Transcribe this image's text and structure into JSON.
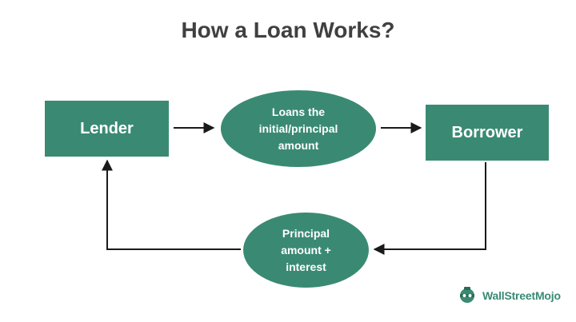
{
  "title": "How a Loan Works?",
  "nodes": {
    "lender": "Lender",
    "borrower": "Borrower",
    "loan_lines": [
      "Loans the",
      "initial/principal",
      "amount"
    ],
    "repay_lines": [
      "Principal",
      "amount +",
      "interest"
    ]
  },
  "brand": {
    "name": "WallStreetMojo",
    "icon": "wallstreetmojo-logo-icon"
  },
  "colors": {
    "node_fill": "#3a8a73",
    "title_text": "#404040",
    "arrow": "#1a1a1a"
  }
}
